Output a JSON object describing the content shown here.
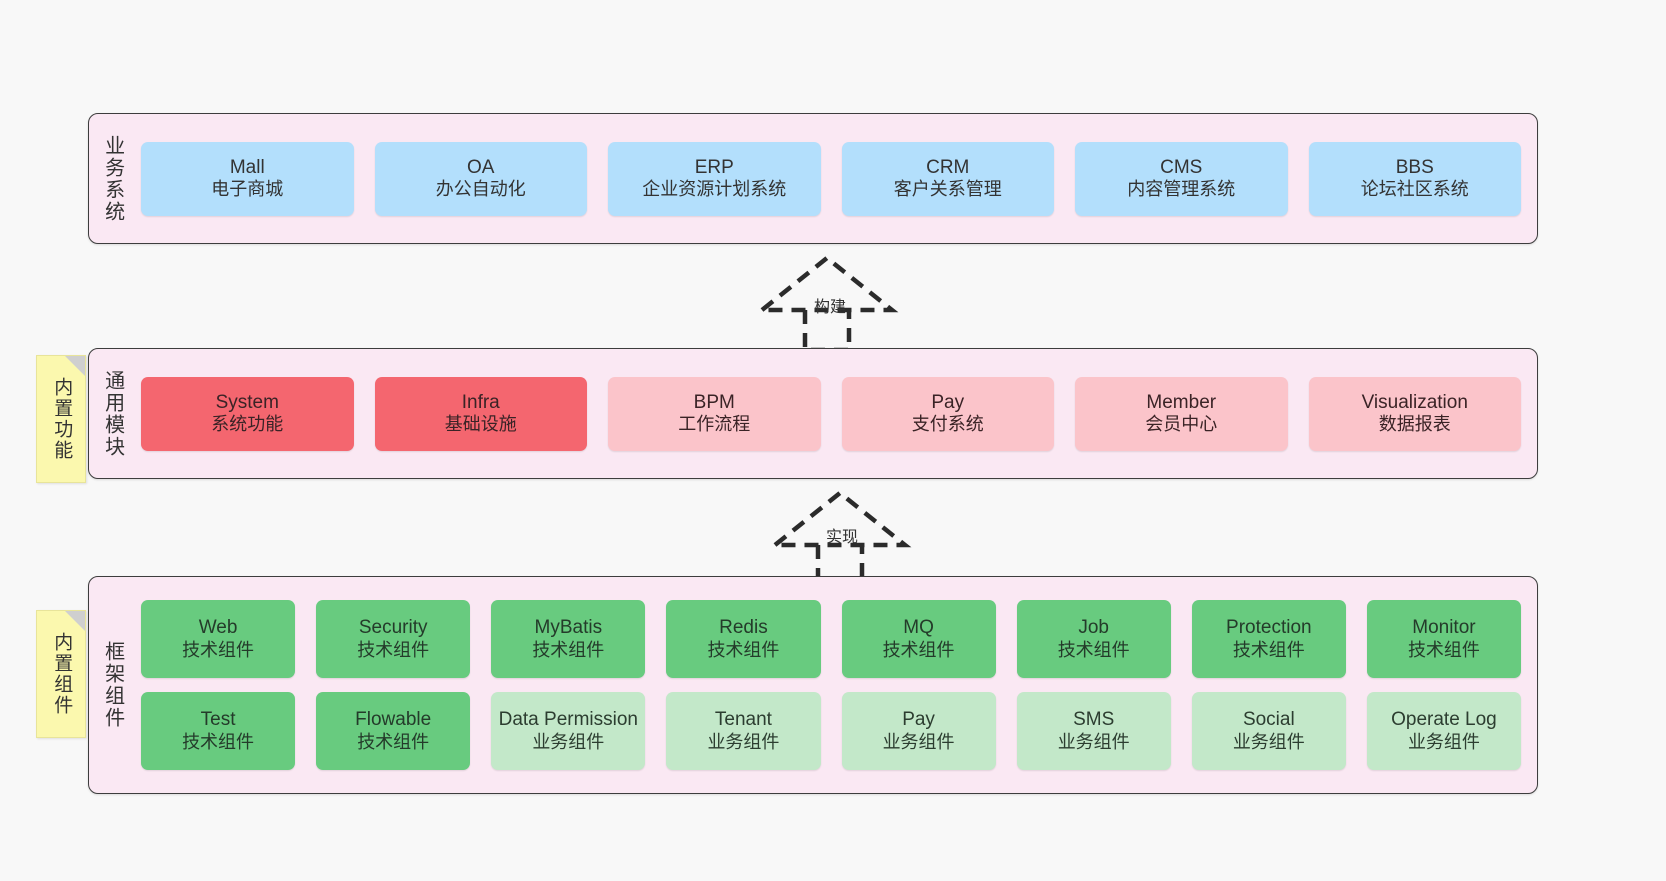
{
  "diagram": {
    "background_color": "#f8f8f8",
    "container_fill": "#fae8f3",
    "container_stroke": "#3d3d3d",
    "note_fill": "#fbf8ae",
    "colors": {
      "blue": "#b3dffc",
      "red": "#f4666f",
      "pink": "#fbc4ca",
      "green": "#68cb7f",
      "light_green": "#c3e8c9"
    }
  },
  "notes": [
    {
      "text": "内置功能"
    },
    {
      "text": "内置组件"
    }
  ],
  "connectors": [
    {
      "label": "构建",
      "style": "dashed-generalization-up"
    },
    {
      "label": "实现",
      "style": "dashed-generalization-up"
    }
  ],
  "layers": [
    {
      "title": "业务系统",
      "rows": [
        {
          "boxes": [
            {
              "name": "Mall",
              "desc": "电子商城",
              "color": "blue"
            },
            {
              "name": "OA",
              "desc": "办公自动化",
              "color": "blue"
            },
            {
              "name": "ERP",
              "desc": "企业资源计划系统",
              "color": "blue"
            },
            {
              "name": "CRM",
              "desc": "客户关系管理",
              "color": "blue"
            },
            {
              "name": "CMS",
              "desc": "内容管理系统",
              "color": "blue"
            },
            {
              "name": "BBS",
              "desc": "论坛社区系统",
              "color": "blue"
            }
          ]
        }
      ]
    },
    {
      "title": "通用模块",
      "rows": [
        {
          "boxes": [
            {
              "name": "System",
              "desc": "系统功能",
              "color": "red"
            },
            {
              "name": "Infra",
              "desc": "基础设施",
              "color": "red"
            },
            {
              "name": "BPM",
              "desc": "工作流程",
              "color": "pink"
            },
            {
              "name": "Pay",
              "desc": "支付系统",
              "color": "pink"
            },
            {
              "name": "Member",
              "desc": "会员中心",
              "color": "pink"
            },
            {
              "name": "Visualization",
              "desc": "数据报表",
              "color": "pink"
            }
          ]
        }
      ]
    },
    {
      "title": "框架组件",
      "rows": [
        {
          "boxes": [
            {
              "name": "Web",
              "desc": "技术组件",
              "color": "green"
            },
            {
              "name": "Security",
              "desc": "技术组件",
              "color": "green"
            },
            {
              "name": "MyBatis",
              "desc": "技术组件",
              "color": "green"
            },
            {
              "name": "Redis",
              "desc": "技术组件",
              "color": "green"
            },
            {
              "name": "MQ",
              "desc": "技术组件",
              "color": "green"
            },
            {
              "name": "Job",
              "desc": "技术组件",
              "color": "green"
            },
            {
              "name": "Protection",
              "desc": "技术组件",
              "color": "green"
            },
            {
              "name": "Monitor",
              "desc": "技术组件",
              "color": "green"
            }
          ]
        },
        {
          "boxes": [
            {
              "name": "Test",
              "desc": "技术组件",
              "color": "green"
            },
            {
              "name": "Flowable",
              "desc": "技术组件",
              "color": "green"
            },
            {
              "name": "Data Permission",
              "desc": "业务组件",
              "color": "light_green"
            },
            {
              "name": "Tenant",
              "desc": "业务组件",
              "color": "light_green"
            },
            {
              "name": "Pay",
              "desc": "业务组件",
              "color": "light_green"
            },
            {
              "name": "SMS",
              "desc": "业务组件",
              "color": "light_green"
            },
            {
              "name": "Social",
              "desc": "业务组件",
              "color": "light_green"
            },
            {
              "name": "Operate Log",
              "desc": "业务组件",
              "color": "light_green"
            }
          ]
        }
      ]
    }
  ]
}
